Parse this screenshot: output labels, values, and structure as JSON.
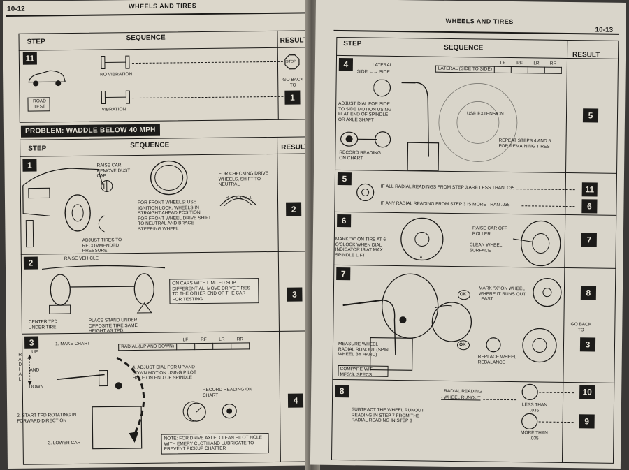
{
  "left": {
    "page_number": "10-12",
    "header": "WHEELS AND TIRES",
    "col_step": "STEP",
    "col_sequence": "SEQUENCE",
    "col_result": "RESULT",
    "s11": {
      "num": "11",
      "road_test": "ROAD TEST",
      "no_vibration": "NO VIBRATION",
      "vibration": "VIBRATION",
      "stop": "STOP",
      "go_back_to": "GO BACK TO",
      "result_num": "1"
    },
    "problem": "PROBLEM: WADDLE BELOW 40 MPH",
    "s1": {
      "num": "1",
      "raise_car": "RAISE CAR REMOVE DUST CAP",
      "adjust_tires": "ADJUST TIRES TO RECOMMENDED PRESSURE",
      "front_wheels": "FOR FRONT WHEELS: USE IGNITION LOCK. WHEELS IN STRAIGHT AHEAD POSITION. FOR FRONT WHEEL DRIVE SHIFT TO NEUTRAL AND BRACE STEERING WHEEL",
      "drive_wheels": "FOR CHECKING DRIVE WHEELS, SHIFT TO NEUTRAL",
      "gear": "P R N D 2 1",
      "result_num": "2"
    },
    "s2": {
      "num": "2",
      "raise_vehicle": "RAISE VEHICLE",
      "center_tpd": "CENTER TPD UNDER TIRE",
      "place_stand": "PLACE STAND UNDER OPPOSITE TIRE SAME HEIGHT AS TPD.",
      "limited_slip": "ON CARS WITH LIMITED SLIP DIFFERENTIAL, MOVE DRIVE TIRES TO THE OTHER END OF THE CAR FOR TESTING",
      "result_num": "3"
    },
    "s3": {
      "num": "3",
      "radial_vertical": "RADIAL",
      "up": "UP",
      "and": "AND",
      "down": "DOWN",
      "make_chart": "1. MAKE CHART",
      "table_label": "RADIAL (UP AND DOWN)",
      "table_cols": [
        "LF",
        "RF",
        "LR",
        "RR"
      ],
      "adjust_dial": "4. ADJUST DIAL FOR UP AND DOWN MOTION USING PILOT HOLE ON END OF SPINDLE",
      "record": "RECORD READING ON CHART",
      "start_tpd": "2. START TPD ROTATING IN FORWARD DIRECTION",
      "lower_car": "3. LOWER CAR",
      "note": "NOTE:  FOR DRIVE AXLE, CLEAN PILOT HOLE WITH EMERY CLOTH AND LUBRICATE TO PREVENT PICKUP CHATTER",
      "result_num": "4"
    }
  },
  "right": {
    "page_number": "10-13",
    "header": "WHEELS AND TIRES",
    "col_step": "STEP",
    "col_sequence": "SEQUENCE",
    "col_result": "RESULT",
    "s4": {
      "num": "4",
      "lateral": "LATERAL",
      "side_to_side": "SIDE ←→ SIDE",
      "table_label": "LATERAL (SIDE TO SIDE)",
      "table_cols": [
        "LF",
        "RF",
        "LR",
        "RR"
      ],
      "adjust_dial": "ADJUST DIAL FOR SIDE TO SIDE MOTION USING FLAT END OF SPINDLE OR AXLE SHAFT",
      "use_extension": "USE EXTENSION",
      "record": "RECORD READING ON CHART",
      "repeat": "REPEAT STEPS 4 AND 5 FOR REMAINING TIRES",
      "result_num": "5"
    },
    "s5": {
      "num": "5",
      "less_than": "IF ALL RADIAL READINGS FROM STEP 3 ARE LESS THAN .035",
      "more_than": "IF ANY RADIAL READING FROM STEP 3 IS MORE THAN .035",
      "result_a": "11",
      "result_b": "6"
    },
    "s6": {
      "num": "6",
      "mark_x": "MARK \"X\" ON TIRE AT 6 O'CLOCK WHEN DIAL INDICATOR IS AT MAX. SPINDLE LIFT",
      "raise_car": "RAISE CAR OFF ROLLER",
      "clean_wheel": "CLEAN WHEEL SURFACE",
      "result_num": "7"
    },
    "s7": {
      "num": "7",
      "mark_x_wheel": "MARK \"X\" ON WHEEL WHERE IT RUNS OUT LEAST",
      "ok": "OK",
      "measure": "MEASURE WHEEL RADIAL RUNOUT (SPIN WHEEL BY HAND)",
      "compare": "COMPARE WITH MFG'S. SPECS.",
      "replace": "REPLACE WHEEL REBALANCE",
      "go_back_to": "GO BACK TO",
      "result_a": "8",
      "result_b": "3"
    },
    "s8": {
      "num": "8",
      "formula_top": "RADIAL READING",
      "formula_bottom": "- WHEEL RUNOUT",
      "subtract": "SUBTRACT THE WHEEL RUNOUT READING IN STEP 7 FROM THE RADIAL READING IN STEP 3",
      "less_than": "LESS THAN .035",
      "more_than": "MORE THAN .035",
      "result_a": "10",
      "result_b": "9"
    }
  }
}
